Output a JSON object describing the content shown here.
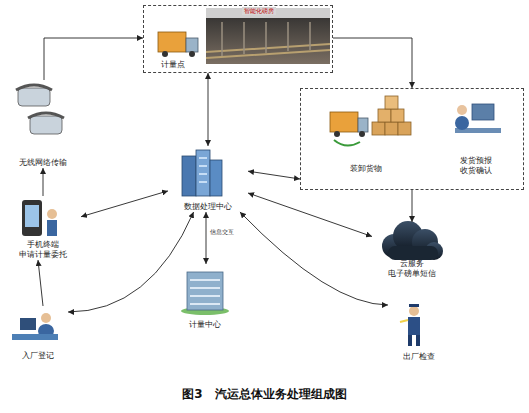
{
  "diagram": {
    "caption": "图3　汽运总体业务处理组成图",
    "nodes": [
      {
        "text": [
          "智能化磅房",
          "计量点"
        ]
      },
      {
        "text": [
          "无线网络传输"
        ]
      },
      {
        "text": []
      },
      {
        "text": [
          "装卸货物"
        ],
        "in": 2
      },
      {
        "text": [
          "发货预报 收货确认"
        ],
        "in": 2
      },
      {
        "text": [
          "数据处理中心"
        ]
      },
      {
        "text": [
          "手机终端 申请计量委托"
        ]
      },
      {
        "text": [
          "云服务 电子磅单短信"
        ]
      },
      {
        "text": [
          "计量中心"
        ]
      },
      {
        "text": [
          "入厂登记"
        ]
      },
      {
        "text": [
          "出厂检查"
        ]
      }
    ],
    "edges": [
      {
        "from": 9,
        "to": 6,
        "arrow": "to"
      },
      {
        "from": 6,
        "to": 1,
        "arrow": "to"
      },
      {
        "from": 1,
        "to": 0,
        "arrow": "to"
      },
      {
        "from": 0,
        "to": 2,
        "arrow": "to"
      },
      {
        "from": 2,
        "to": 7,
        "arrow": "to"
      },
      {
        "from": 5,
        "to": 0,
        "arrow": "both"
      },
      {
        "from": 5,
        "to": 2,
        "arrow": "both"
      },
      {
        "from": 5,
        "to": 6,
        "arrow": "both"
      },
      {
        "from": 5,
        "to": 9,
        "arrow": "both"
      },
      {
        "from": 5,
        "to": 8,
        "label": "信息交互",
        "arrow": "both"
      },
      {
        "from": 5,
        "to": 7,
        "arrow": "both"
      },
      {
        "from": 5,
        "to": 10,
        "arrow": "both"
      }
    ]
  }
}
